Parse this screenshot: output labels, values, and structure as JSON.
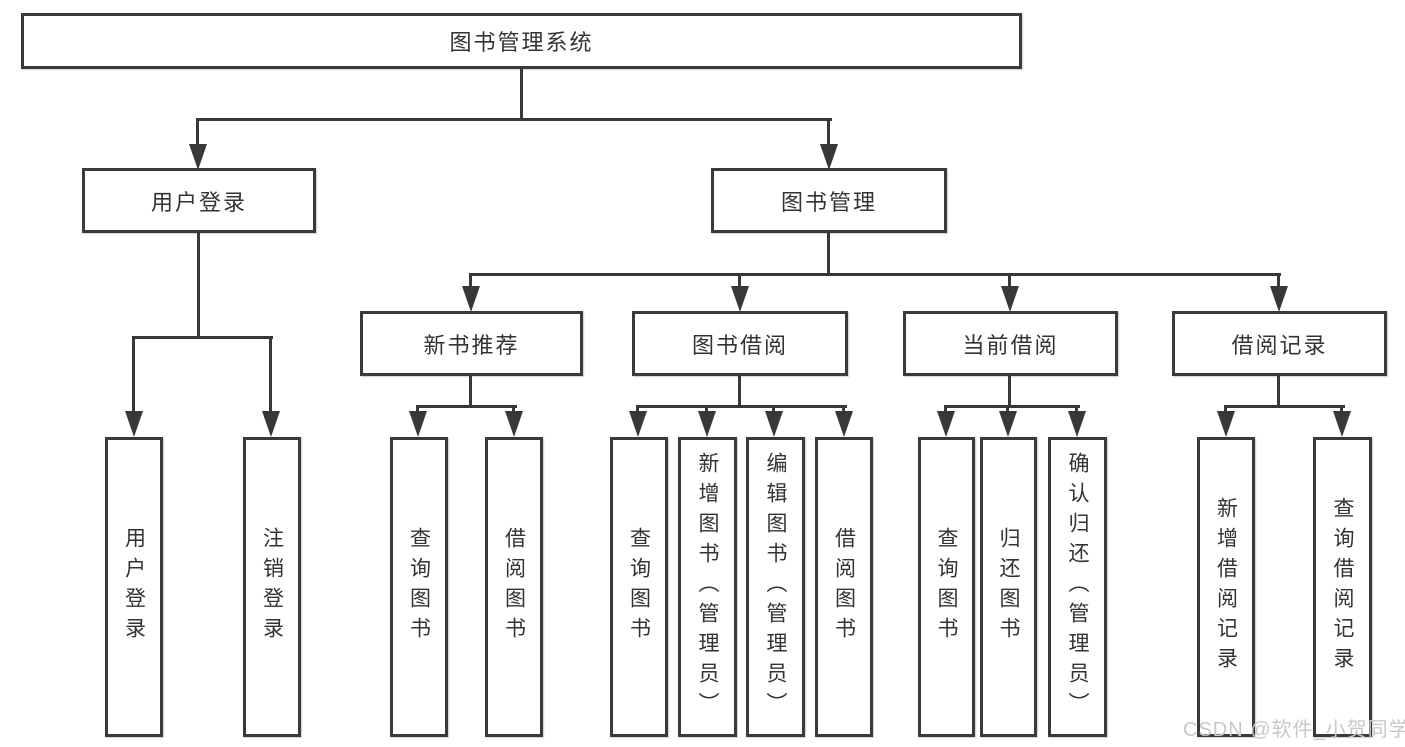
{
  "root": {
    "label": "图书管理系统"
  },
  "level1": [
    {
      "id": "user-login",
      "label": "用户登录"
    },
    {
      "id": "book-management",
      "label": "图书管理"
    }
  ],
  "level2": [
    {
      "id": "new-book-recommend",
      "label": "新书推荐"
    },
    {
      "id": "book-borrowing",
      "label": "图书借阅"
    },
    {
      "id": "current-borrowing",
      "label": "当前借阅"
    },
    {
      "id": "borrowing-records",
      "label": "借阅记录"
    }
  ],
  "leaves": [
    {
      "id": "user-login-action",
      "label": "用户登录"
    },
    {
      "id": "logout-action",
      "label": "注销登录"
    },
    {
      "id": "query-books-recommend",
      "label": "查询图书"
    },
    {
      "id": "borrow-books-recommend",
      "label": "借阅图书"
    },
    {
      "id": "query-books-borrowing",
      "label": "查询图书"
    },
    {
      "id": "add-books-admin",
      "label": "新增图书（管理员）"
    },
    {
      "id": "edit-books-admin",
      "label": "编辑图书（管理员）"
    },
    {
      "id": "borrow-books-borrowing",
      "label": "借阅图书"
    },
    {
      "id": "query-books-current",
      "label": "查询图书"
    },
    {
      "id": "return-books",
      "label": "归还图书"
    },
    {
      "id": "confirm-return-admin",
      "label": "确认归还（管理员）"
    },
    {
      "id": "add-borrow-record",
      "label": "新增借阅记录"
    },
    {
      "id": "query-borrow-record",
      "label": "查询借阅记录"
    }
  ],
  "watermark": "CSDN @软件_小贺同学",
  "colors": {
    "line": "#383838",
    "text": "#333333",
    "watermark": "#c8c8c8"
  }
}
